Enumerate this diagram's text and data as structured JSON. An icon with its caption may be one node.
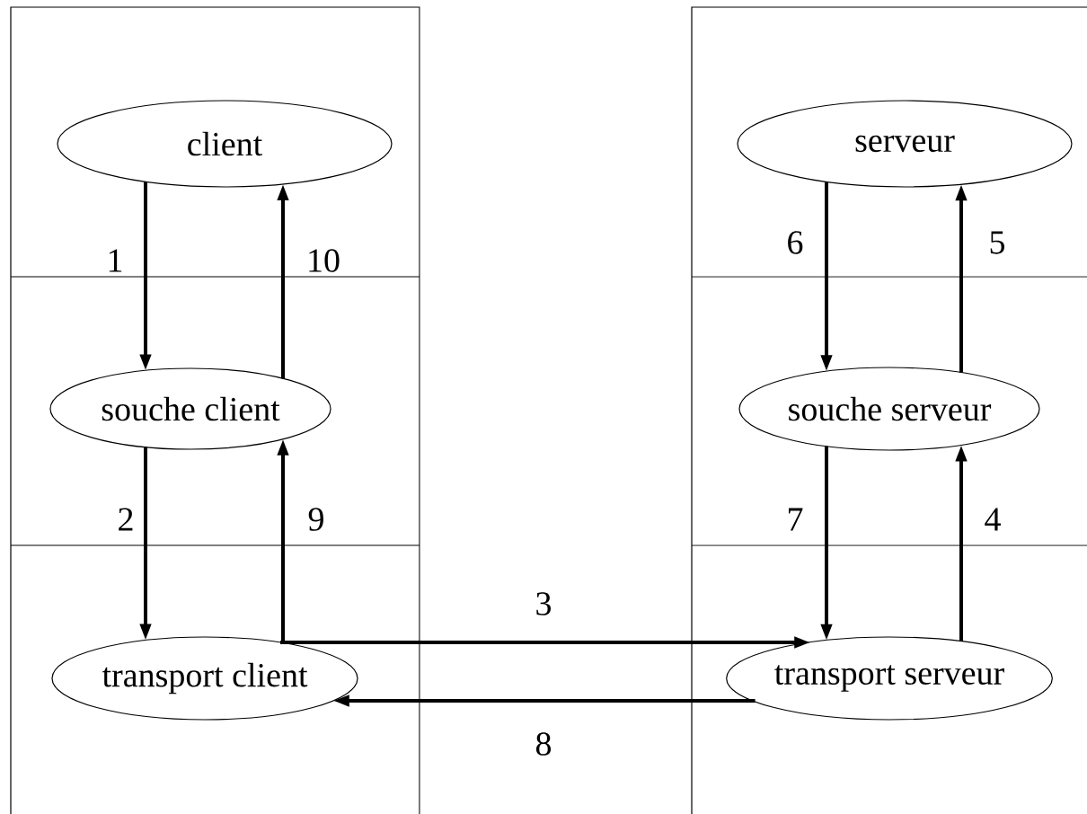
{
  "diagram": {
    "nodes": [
      {
        "text": [
          "client"
        ]
      },
      {
        "text": [
          "souche client"
        ]
      },
      {
        "text": [
          "transport client"
        ]
      },
      {
        "text": [
          "serveur"
        ]
      },
      {
        "text": [
          "souche serveur"
        ]
      },
      {
        "text": [
          "transport serveur"
        ]
      }
    ],
    "edges": [
      {
        "from": 0,
        "to": 1,
        "arrow": "to",
        "label": "1"
      },
      {
        "from": 1,
        "to": 2,
        "arrow": "to",
        "label": "2"
      },
      {
        "from": 2,
        "to": 5,
        "arrow": "to",
        "label": "3"
      },
      {
        "from": 5,
        "to": 4,
        "arrow": "to",
        "label": "4"
      },
      {
        "from": 4,
        "to": 3,
        "arrow": "to",
        "label": "5"
      },
      {
        "from": 3,
        "to": 4,
        "arrow": "to",
        "label": "6"
      },
      {
        "from": 4,
        "to": 5,
        "arrow": "to",
        "label": "7"
      },
      {
        "from": 5,
        "to": 2,
        "arrow": "to",
        "label": "8"
      },
      {
        "from": 2,
        "to": 1,
        "arrow": "to",
        "label": "9"
      },
      {
        "from": 1,
        "to": 0,
        "arrow": "to",
        "label": "10"
      }
    ]
  }
}
